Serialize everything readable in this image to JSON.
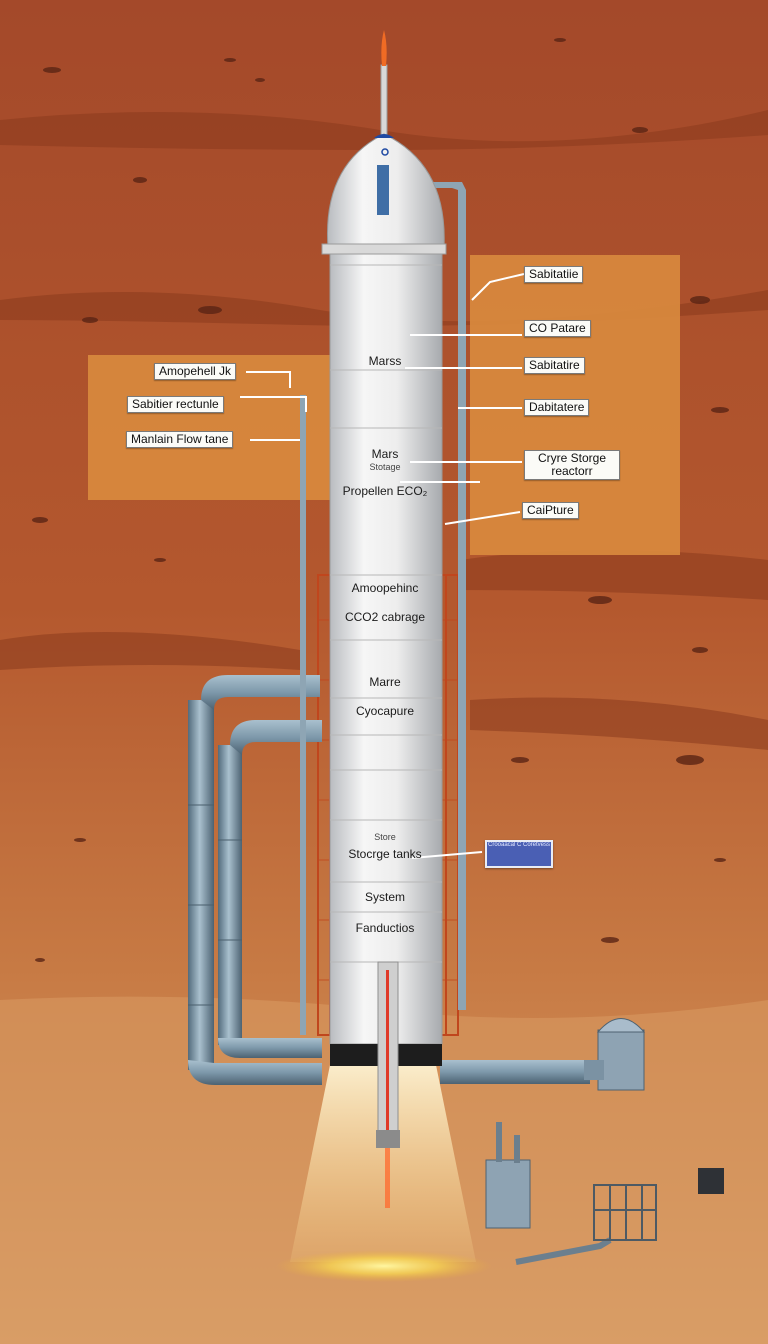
{
  "left_callouts": [
    {
      "text": "Amopehell Jk"
    },
    {
      "text": "Sabitier rectunle"
    },
    {
      "text": "Manlain Flow tane"
    }
  ],
  "right_callouts": [
    {
      "text": "Sabitatiie"
    },
    {
      "text": "CO Patare"
    },
    {
      "text": "Sabitatire"
    },
    {
      "text": "Dabitatere"
    },
    {
      "text": "Cryre Storge reactorr"
    },
    {
      "text": "CaiPture"
    }
  ],
  "tower_labels": {
    "mars_top": "Marss",
    "mars_mid": "Mars",
    "mars_sub": "Stotage",
    "propellant": "Propellen ECO₂",
    "atmospheric": "Amoopehinc",
    "co2_storage": "CCO2 cabrage",
    "mars_lower": "Marre",
    "cyocapure": "Cyocapure",
    "store": "Store",
    "storage_tanks": "Stocrge tanks",
    "system": "System",
    "production": "Fanductios"
  },
  "blue_box": {
    "text": "Crooaacal C Coretvess"
  },
  "colors": {
    "sky_panel": "#d8893d",
    "mars_ground": "#b9582a",
    "sand": "#d79a62",
    "tower": "#e7e7e7",
    "pipe": "#7b96a8",
    "frame": "#c0461d",
    "blue_box": "#4a5fb4"
  }
}
